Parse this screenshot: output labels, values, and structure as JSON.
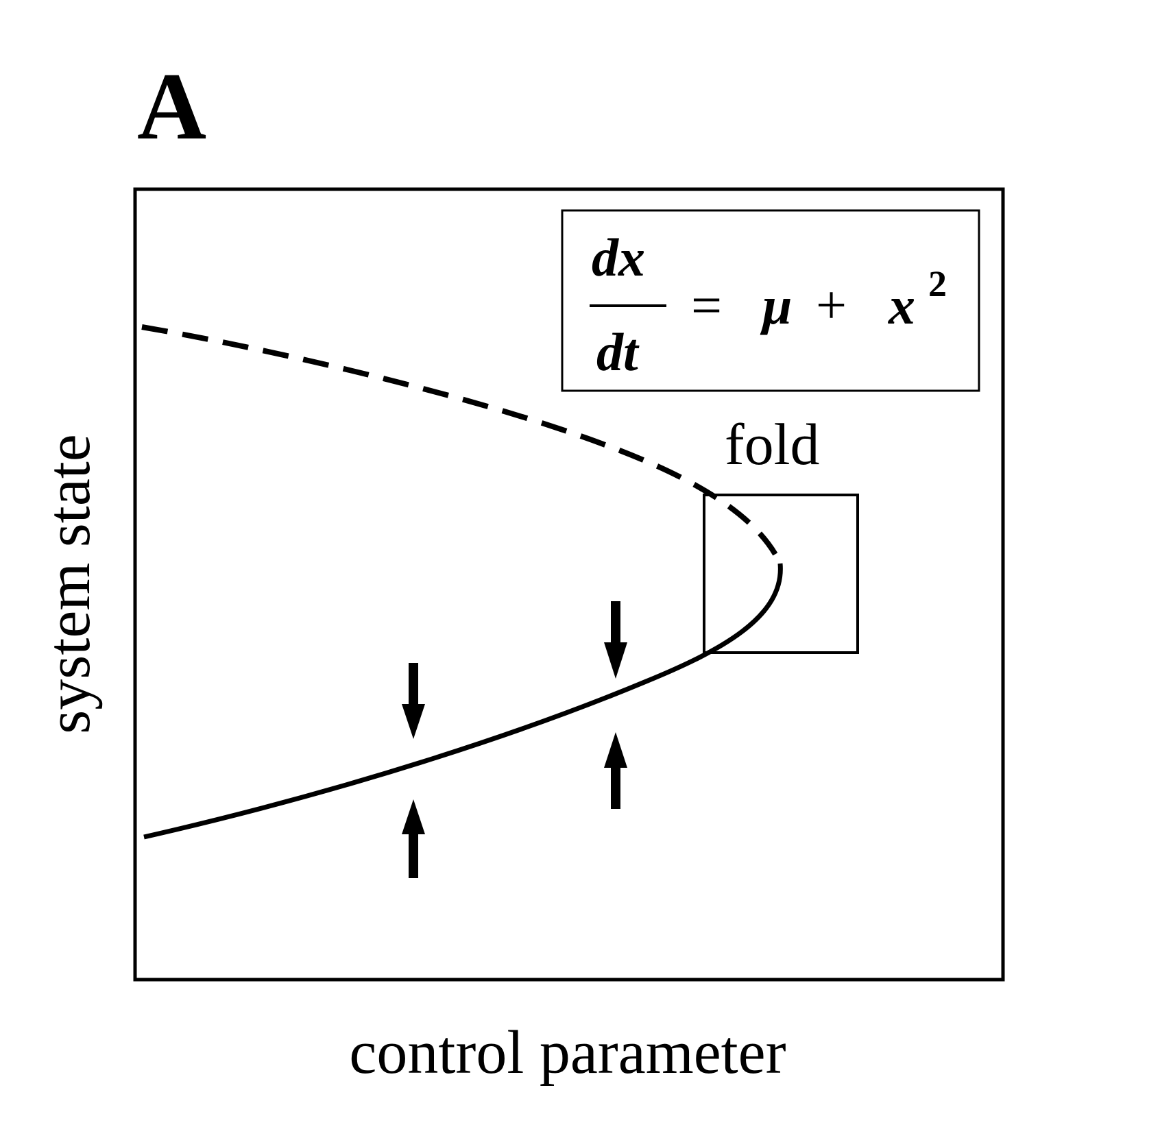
{
  "panel_label": "A",
  "x_axis_label": "control parameter",
  "y_axis_label": "system state",
  "equation": {
    "numerator": "dx",
    "denominator": "dt",
    "equals": "=",
    "mu": "μ",
    "plus": "+",
    "x": "x",
    "exponent": "2"
  },
  "fold_label": "fold",
  "branches": {
    "unstable": {
      "style": "dashed"
    },
    "stable": {
      "style": "solid"
    }
  },
  "arrows": [
    {
      "direction": "down"
    },
    {
      "direction": "up"
    },
    {
      "direction": "down"
    },
    {
      "direction": "up"
    }
  ]
}
